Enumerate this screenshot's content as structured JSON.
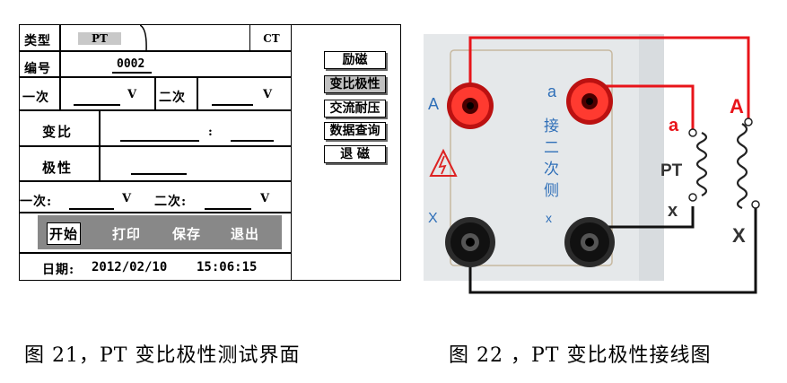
{
  "figure21": {
    "tabs": {
      "type_label": "类型",
      "type_value": "PT",
      "ct_label": "CT"
    },
    "serial": {
      "label": "编号",
      "value": "0002"
    },
    "voltage_row": {
      "primary_label": "一次",
      "primary_unit": "V",
      "secondary_label": "二次",
      "secondary_unit": "V"
    },
    "ratio": {
      "label": "变比",
      "separator": ":"
    },
    "polarity": {
      "label": "极性"
    },
    "test_row": {
      "primary_label": "一次:",
      "primary_unit": "V",
      "secondary_label": "二次:",
      "secondary_unit": "V"
    },
    "actions": {
      "start": "开始",
      "print": "打印",
      "save": "保存",
      "exit": "退出"
    },
    "date": {
      "label": "日期:",
      "value": "2012/02/10",
      "time": "15:06:15"
    },
    "side_menu": [
      "励磁",
      "变比极性",
      "交流耐压",
      "数据查询",
      "退  磁"
    ],
    "side_menu_active_index": 1,
    "caption": "图 21，PT 变比极性测试界面"
  },
  "figure22": {
    "terminal_left_top": "A",
    "terminal_left_bottom": "X",
    "terminal_right_top": "a",
    "terminal_right_bottom": "x",
    "side_text": [
      "接",
      "二",
      "次",
      "侧"
    ],
    "transformer_label": "PT",
    "coil_primary_top": "A",
    "coil_primary_bottom": "X",
    "coil_secondary_top": "a",
    "coil_secondary_bottom": "x",
    "wire_color_red": "#e8141a",
    "wire_color_black": "#111111",
    "label_color_red": "#e8141a",
    "panel_text_color": "#2f6fb8",
    "caption": "图 22 ，PT 变比极性接线图"
  }
}
